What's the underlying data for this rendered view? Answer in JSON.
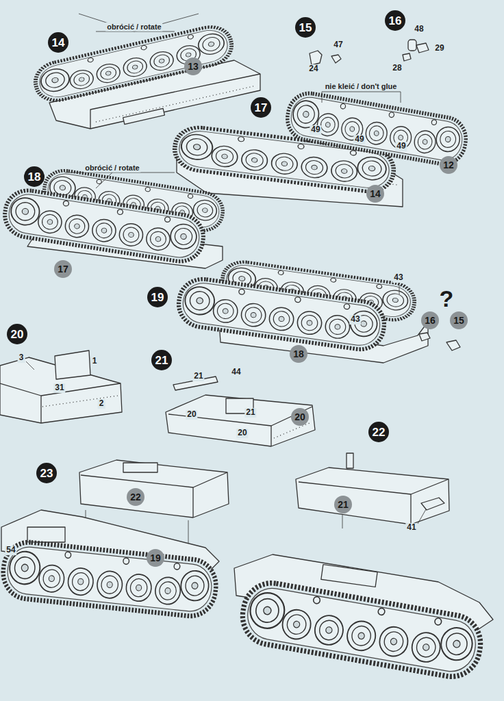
{
  "diagram": {
    "nodes": [
      {
        "text": [
          "14"
        ]
      },
      {
        "text": [
          "15"
        ]
      },
      {
        "text": [
          "16"
        ]
      },
      {
        "text": [
          "13"
        ]
      },
      {
        "text": [
          "17"
        ]
      },
      {
        "text": [
          "12"
        ]
      },
      {
        "text": [
          "14"
        ]
      },
      {
        "text": [
          "18"
        ]
      },
      {
        "text": [
          "17"
        ]
      },
      {
        "text": [
          "19"
        ]
      },
      {
        "text": [
          "16"
        ]
      },
      {
        "text": [
          "15"
        ]
      },
      {
        "text": [
          "18"
        ]
      },
      {
        "text": [
          "20"
        ]
      },
      {
        "text": [
          "21"
        ]
      },
      {
        "text": [
          "20"
        ]
      },
      {
        "text": [
          "22"
        ]
      },
      {
        "text": [
          "23"
        ]
      },
      {
        "text": [
          "22"
        ]
      },
      {
        "text": [
          "21"
        ]
      },
      {
        "text": [
          "19"
        ]
      }
    ],
    "labels": [
      "obrócić / rotate",
      "47",
      "24",
      "48",
      "29",
      "28",
      "nie kleić / don't glue",
      "49",
      "49",
      "49",
      "obrócić / rotate",
      "43",
      "43",
      "?",
      "3",
      "1",
      "31",
      "2",
      "21",
      "44",
      "21",
      "20",
      "20",
      "41",
      "54"
    ]
  }
}
